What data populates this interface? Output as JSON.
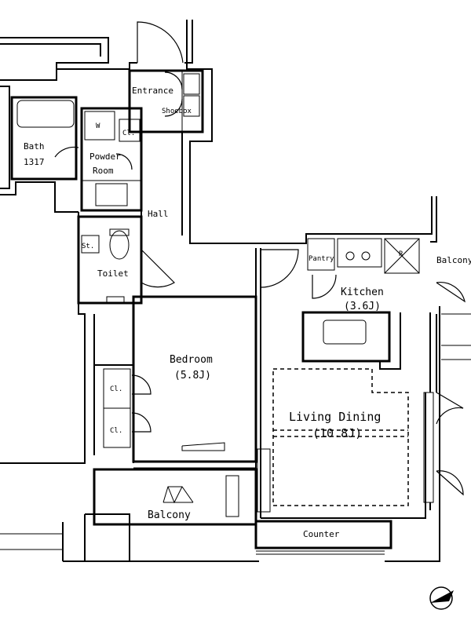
{
  "rooms": {
    "entrance": "Entrance",
    "shoebox": "Shoebox",
    "bath": "Bath",
    "bath_size": "1317",
    "powder_room_1": "Powder",
    "powder_room_2": "Room",
    "hall": "Hall",
    "toilet": "Toilet",
    "bedroom": "Bedroom",
    "bedroom_size": "(5.8J)",
    "kitchen": "Kitchen",
    "kitchen_size": "(3.6J)",
    "living_dining": "Living Dining",
    "living_dining_size": "(10.8J)",
    "balcony_bottom": "Balcony",
    "balcony_right": "Balcony",
    "counter": "Counter",
    "pantry": "Pantry"
  },
  "fixtures": {
    "washer": "W",
    "closet_small": "Cl.",
    "storage": "St.",
    "closet_1": "Cl.",
    "closet_2": "Cl.",
    "refrigerator": "R"
  }
}
